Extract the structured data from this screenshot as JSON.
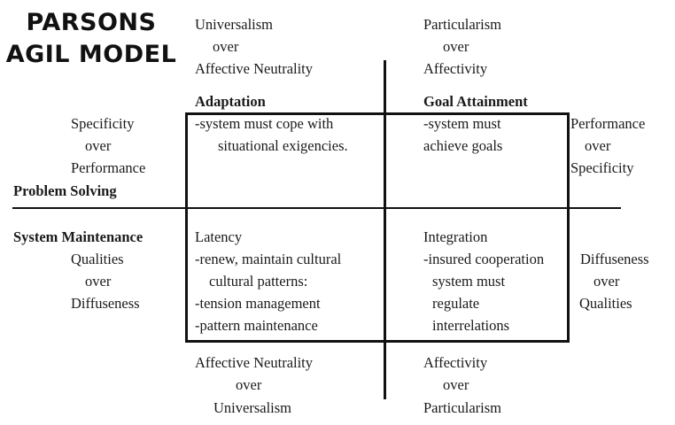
{
  "title": {
    "line1": "PARSONS",
    "line2": "AGIL MODEL"
  },
  "top": {
    "left": {
      "line1": "Universalism",
      "line2": "over",
      "line3": "Affective Neutrality"
    },
    "right": {
      "line1": "Particularism",
      "line2": "over",
      "line3": "Affectivity"
    }
  },
  "quadrants": {
    "adaptation": {
      "heading": "Adaptation",
      "lines": [
        "-system must cope with",
        "situational exigencies."
      ]
    },
    "goal_attainment": {
      "heading": "Goal Attainment",
      "lines": [
        "-system must",
        "achieve goals"
      ]
    },
    "latency": {
      "heading": "Latency",
      "lines": [
        "-renew, maintain cultural",
        "cultural patterns:",
        "-tension management",
        "-pattern maintenance"
      ]
    },
    "integration": {
      "heading": "Integration",
      "lines": [
        "-insured cooperation",
        "system must",
        "regulate",
        "interrelations"
      ]
    }
  },
  "left": {
    "upper": {
      "line1": "Specificity",
      "line2": "over",
      "line3": "Performance",
      "label": "Problem Solving"
    },
    "lower": {
      "label": "System Maintenance",
      "line1": "Qualities",
      "line2": "over",
      "line3": "Diffuseness"
    }
  },
  "right": {
    "upper": {
      "line1": "Performance",
      "line2": "over",
      "line3": "Specificity"
    },
    "lower": {
      "line1": "Diffuseness",
      "line2": "over",
      "line3": "Qualities"
    }
  },
  "bottom": {
    "left": {
      "line1": "Affective Neutrality",
      "line2": "over",
      "line3": "Universalism"
    },
    "right": {
      "line1": "Affectivity",
      "line2": "over",
      "line3": "Particularism"
    }
  }
}
